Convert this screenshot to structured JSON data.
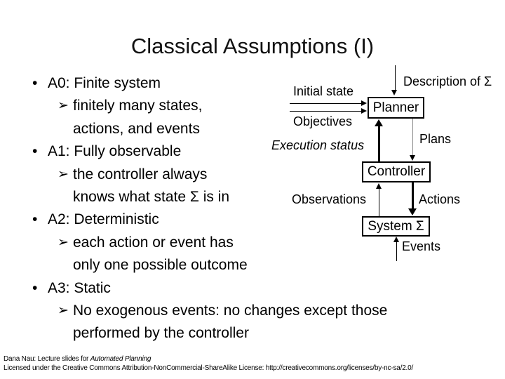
{
  "slide": {
    "title": "Classical Assumptions (I)"
  },
  "bullets": {
    "bullet_marker": "•",
    "sub_marker": "➢",
    "items": [
      {
        "level": "bullet",
        "text": "A0: Finite system"
      },
      {
        "level": "sub",
        "text": "finitely many states,"
      },
      {
        "level": "cont",
        "text": "actions, and events"
      },
      {
        "level": "bullet",
        "text": "A1: Fully observable"
      },
      {
        "level": "sub",
        "text": "the controller always"
      },
      {
        "level": "cont",
        "text": "knows what state Σ is in"
      },
      {
        "level": "bullet",
        "text": "A2: Deterministic"
      },
      {
        "level": "sub",
        "text": "each action or event has"
      },
      {
        "level": "cont",
        "text": "only one possible outcome"
      },
      {
        "level": "bullet",
        "text": "A3: Static"
      },
      {
        "level": "sub",
        "text": "No exogenous events: no changes except those"
      },
      {
        "level": "cont",
        "text": "performed by the controller"
      }
    ]
  },
  "diagram": {
    "planner_label": "Planner",
    "controller_label": "Controller",
    "system_label": "System Σ",
    "description_label": "Description of Σ",
    "initial_state_label": "Initial state",
    "objectives_label": "Objectives",
    "execution_status_label": "Execution status",
    "plans_label": "Plans",
    "observations_label": "Observations",
    "actions_label": "Actions",
    "events_label": "Events",
    "line_color": "#000000",
    "plans_line_color": "#8c8c8c"
  },
  "footer": {
    "line1_prefix": "Dana Nau: Lecture slides for ",
    "line1_italic": "Automated Planning",
    "line2": "Licensed under the Creative Commons Attribution-NonCommercial-ShareAlike License: http://creativecommons.org/licenses/by-nc-sa/2.0/"
  }
}
